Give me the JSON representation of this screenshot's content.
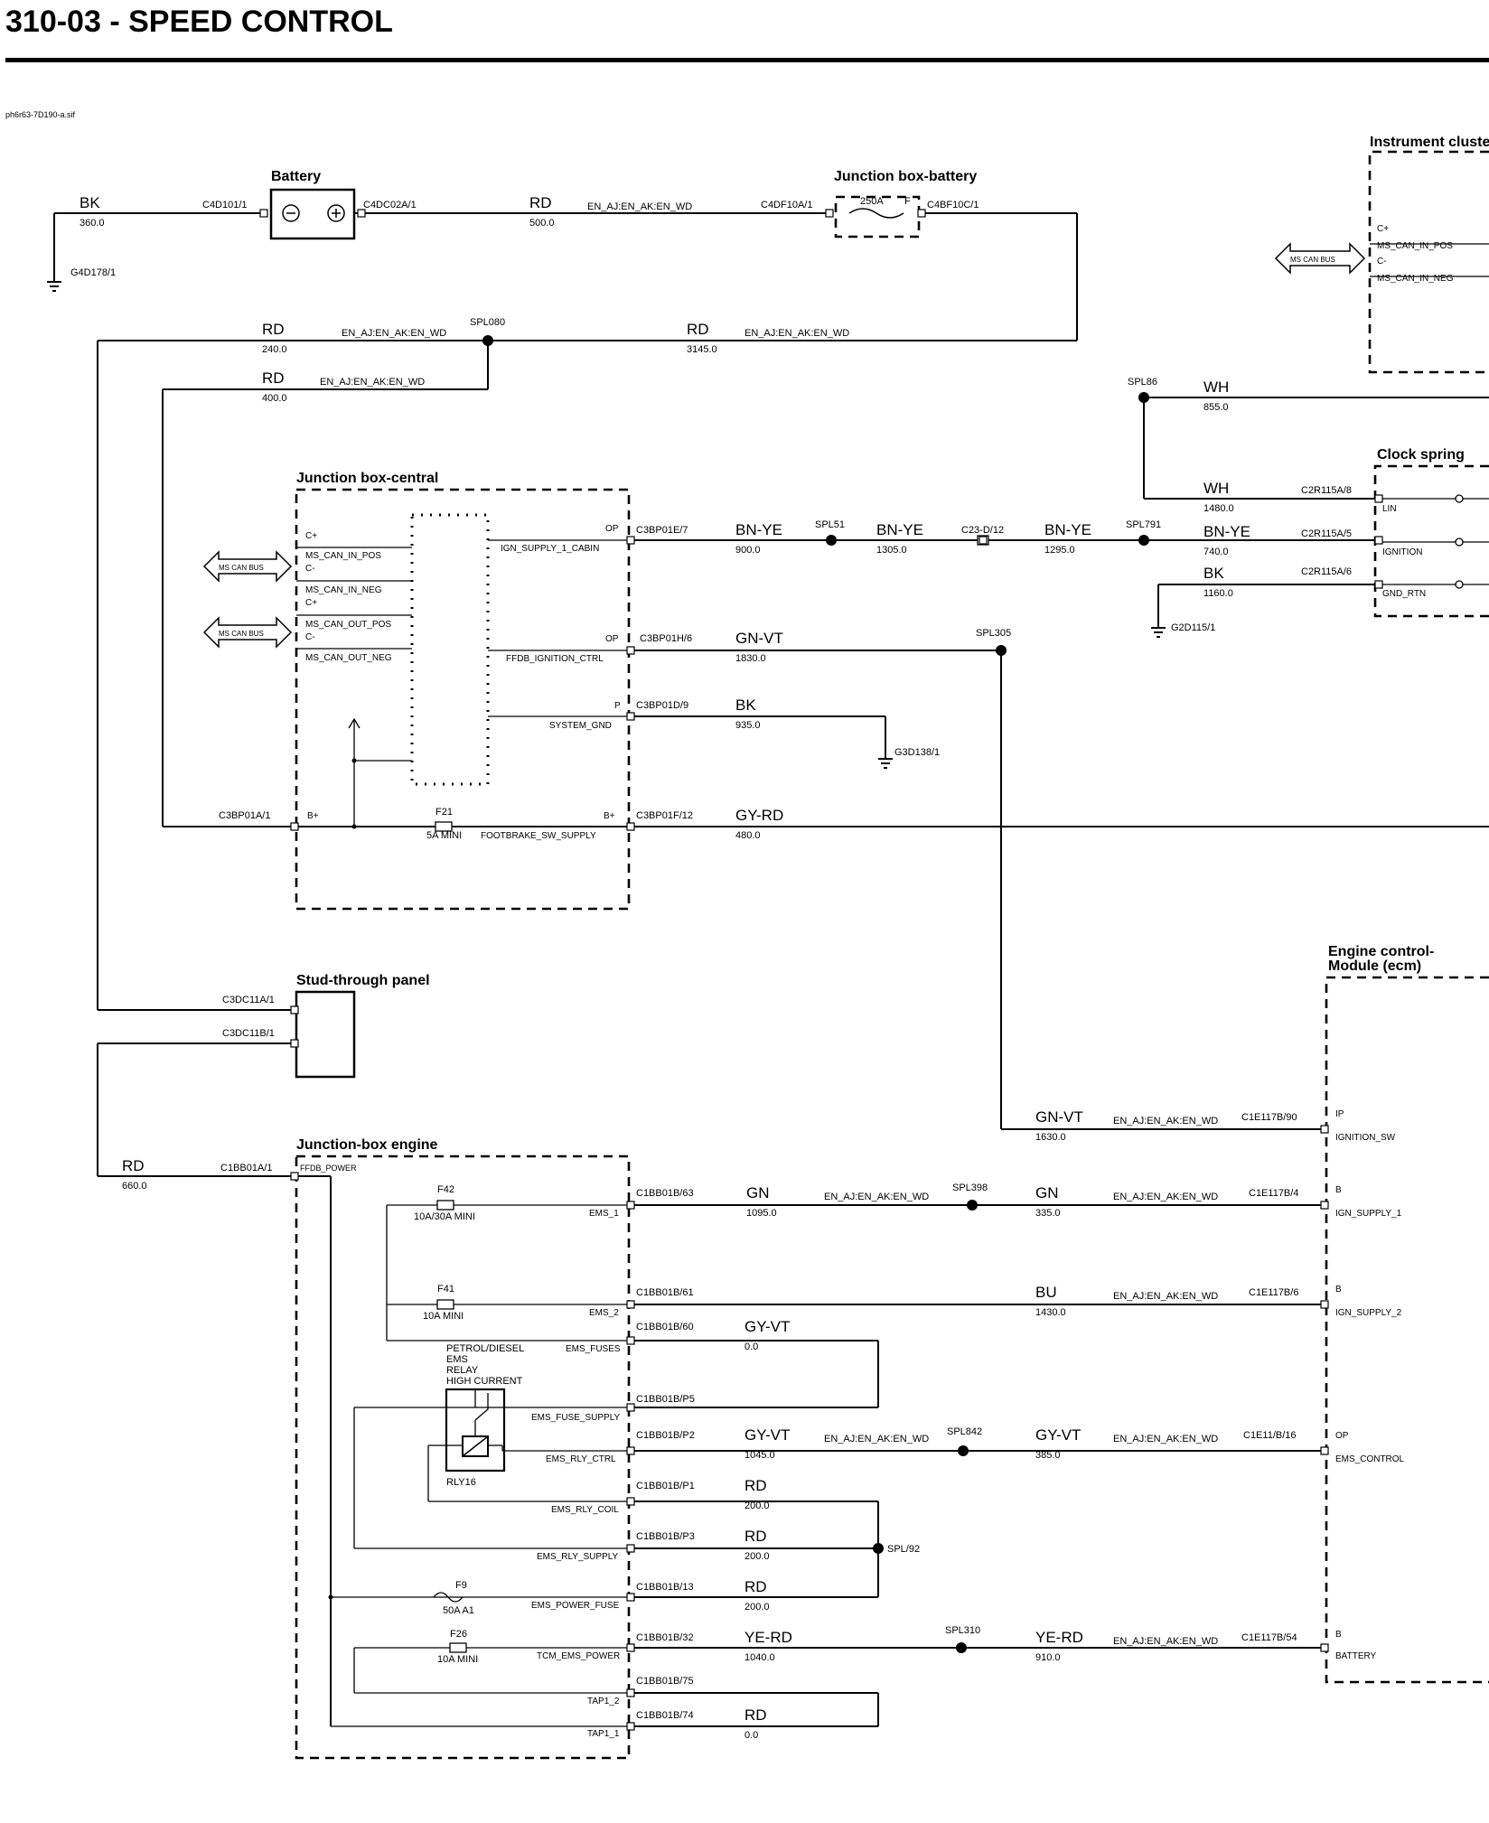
{
  "page": {
    "title": "310-03 - SPEED CONTROL",
    "drawing_id": "ph6r63-7D190-a.sif"
  },
  "components": {
    "battery": "Battery",
    "jb_battery": "Junction box-battery",
    "jb_central": "Junction box-central",
    "instrument": "Instrument cluste",
    "clock_spring": "Clock spring",
    "stud_panel": "Stud-through panel",
    "jb_engine": "Junction-box engine",
    "ecm_line1": "Engine control-",
    "ecm_line2": "Module (ecm)"
  },
  "bus": {
    "ms_can_bus": "MS CAN BUS"
  },
  "connectors": {
    "c4d101": "C4D101/1",
    "c4dc02a": "C4DC02A/1",
    "c4df10a": "C4DF10A/1",
    "c4bf10c": "C4BF10C/1",
    "g4d178": "G4D178/1",
    "c3bp01e": "C3BP01E/7",
    "c3bp01h": "C3BP01H/6",
    "c3bp01d": "C3BP01D/9",
    "c3bp01a": "C3BP01A/1",
    "c3bp01f": "C3BP01F/12",
    "g3d138": "G3D138/1",
    "c23d": "C23-D/12",
    "c2r115a8": "C2R115A/8",
    "c2r115a5": "C2R115A/5",
    "c2r115a6": "C2R115A/6",
    "g2d115": "G2D115/1",
    "c3dc11a": "C3DC11A/1",
    "c3dc11b": "C3DC11B/1",
    "c1bb01a": "C1BB01A/1",
    "c1bb01b63": "C1BB01B/63",
    "c1bb01b61": "C1BB01B/61",
    "c1bb01b60": "C1BB01B/60",
    "c1bb01bp5": "C1BB01B/P5",
    "c1bb01bp2": "C1BB01B/P2",
    "c1bb01bp1": "C1BB01B/P1",
    "c1bb01bp3": "C1BB01B/P3",
    "c1bb01b13": "C1BB01B/13",
    "c1bb01b32": "C1BB01B/32",
    "c1bb01b75": "C1BB01B/75",
    "c1bb01b74": "C1BB01B/74",
    "c1e117b90": "C1E117B/90",
    "c1e117b4": "C1E117B/4",
    "c1e117b6": "C1E117B/6",
    "c1e11b16": "C1E11/B/16",
    "c1e117b54": "C1E117B/54"
  },
  "splices": {
    "spl080": "SPL080",
    "spl86": "SPL86",
    "spl51": "SPL51",
    "spl791": "SPL791",
    "spl305": "SPL305",
    "spl398": "SPL398",
    "spl842": "SPL842",
    "spl92": "SPL/92",
    "spl310": "SPL310"
  },
  "wires": {
    "bk": "BK",
    "rd": "RD",
    "wh": "WH",
    "bn_ye": "BN-YE",
    "gn_vt": "GN-VT",
    "gy_rd": "GY-RD",
    "gn": "GN",
    "bu": "BU",
    "gy_vt": "GY-VT",
    "ye_rd": "YE-RD"
  },
  "lengths": {
    "l360": "360.0",
    "l500": "500.0",
    "l240": "240.0",
    "l3145": "3145.0",
    "l400": "400.0",
    "l855": "855.0",
    "l1480": "1480.0",
    "l740": "740.0",
    "l1160": "1160.0",
    "l900": "900.0",
    "l1305": "1305.0",
    "l1295": "1295.0",
    "l1830": "1830.0",
    "l935": "935.0",
    "l480": "480.0",
    "l660": "660.0",
    "l1630": "1630.0",
    "l1095": "1095.0",
    "l335": "335.0",
    "l1430": "1430.0",
    "l0": "0.0",
    "l1045": "1045.0",
    "l385": "385.0",
    "l200": "200.0",
    "l1040": "1040.0",
    "l910": "910.0"
  },
  "variant": "EN_AJ:EN_AK:EN_WD",
  "fuses": {
    "f250_rating": "250A",
    "f_label": "F",
    "f21": "F21",
    "f21_rating": "5A MINI",
    "f42": "F42",
    "f42_rating": "10A/30A MINI",
    "f41": "F41",
    "f41_rating": "10A MINI",
    "f9": "F9",
    "f9_rating": "50A A1",
    "f26": "F26",
    "f26_rating": "10A MINI"
  },
  "relay": {
    "name": "RLY16",
    "desc1": "PETROL/DIESEL",
    "desc2": "EMS",
    "desc3": "RELAY",
    "desc4": "HIGH CURRENT"
  },
  "pins": {
    "c_pos": "C+",
    "c_neg": "C-",
    "ms_can_in_pos": "MS_CAN_IN_POS",
    "ms_can_in_neg": "MS_CAN_IN_NEG",
    "ms_can_out_pos": "MS_CAN_OUT_POS",
    "ms_can_out_neg": "MS_CAN_OUT_NEG",
    "op": "OP",
    "p": "P",
    "b_plus": "B+",
    "ip": "IP",
    "b": "B",
    "ign_supply_1_cabin": "IGN_SUPPLY_1_CABIN",
    "ffdb_ignition_ctrl": "FFDB_IGNITION_CTRL",
    "system_gnd": "SYSTEM_GND",
    "footbrake_sw_supply": "FOOTBRAKE_SW_SUPPLY",
    "lin": "LIN",
    "ignition": "IGNITION",
    "gnd_rtn": "GND_RTN",
    "ffdb_power": "FFDB_POWER",
    "ems_1": "EMS_1",
    "ems_2": "EMS_2",
    "ems_fuses": "EMS_FUSES",
    "ems_fuse_supply": "EMS_FUSE_SUPPLY",
    "ems_rly_ctrl": "EMS_RLY_CTRL",
    "ems_rly_coil": "EMS_RLY_COIL",
    "ems_rly_supply": "EMS_RLY_SUPPLY",
    "ems_power_fuse": "EMS_POWER_FUSE",
    "tcm_ems_power": "TCM_EMS_POWER",
    "tap1_2": "TAP1_2",
    "tap1_1": "TAP1_1",
    "ignition_sw": "IGNITION_SW",
    "ign_supply_1": "IGN_SUPPLY_1",
    "ign_supply_2": "IGN_SUPPLY_2",
    "ems_control": "EMS_CONTROL",
    "battery": "BATTERY"
  }
}
